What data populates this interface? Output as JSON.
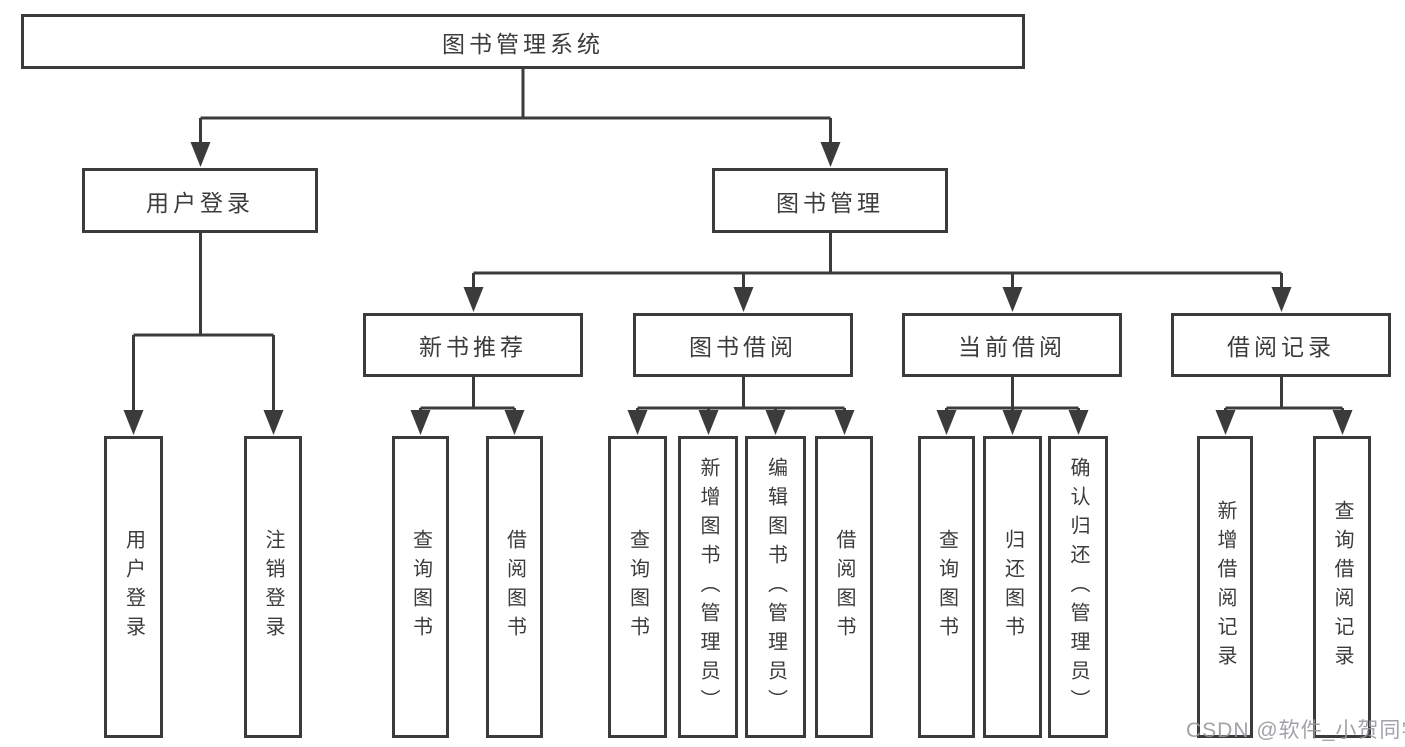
{
  "tree": {
    "label": "图书管理系统",
    "children": [
      {
        "label": "用户登录",
        "children": [
          {
            "label": "用户登录"
          },
          {
            "label": "注销登录"
          }
        ]
      },
      {
        "label": "图书管理",
        "children": [
          {
            "label": "新书推荐",
            "children": [
              {
                "label": "查询图书"
              },
              {
                "label": "借阅图书"
              }
            ]
          },
          {
            "label": "图书借阅",
            "children": [
              {
                "label": "查询图书"
              },
              {
                "label": "新增图书（管理员）"
              },
              {
                "label": "编辑图书（管理员）"
              },
              {
                "label": "借阅图书"
              }
            ]
          },
          {
            "label": "当前借阅",
            "children": [
              {
                "label": "查询图书"
              },
              {
                "label": "归还图书"
              },
              {
                "label": "确认归还（管理员）"
              }
            ]
          },
          {
            "label": "借阅记录",
            "children": [
              {
                "label": "新增借阅记录"
              },
              {
                "label": "查询借阅记录"
              }
            ]
          }
        ]
      }
    ]
  },
  "watermark": {
    "text": "CSDN @软件_小贺同学",
    "color": "#98989e"
  },
  "style": {
    "line_color": "#3b3b3b",
    "box_border_color": "#3b3b3b",
    "text_color": "#3c3c3c",
    "background": "#ffffff"
  }
}
